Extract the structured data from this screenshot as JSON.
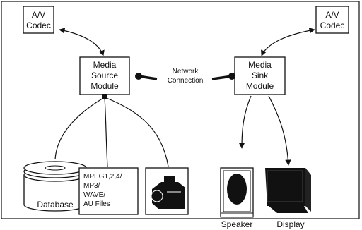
{
  "codec_left": {
    "line1": "A/V",
    "line2": "Codec"
  },
  "codec_right": {
    "line1": "A/V",
    "line2": "Codec"
  },
  "source_module": {
    "line1": "Media",
    "line2": "Source",
    "line3": "Module"
  },
  "sink_module": {
    "line1": "Media",
    "line2": "Sink",
    "line3": "Module"
  },
  "network": {
    "line1": "Network",
    "line2": "Connection"
  },
  "database": {
    "label": "Database"
  },
  "media_files": {
    "line1": "MPEG1,2,4/",
    "line2": "MP3/",
    "line3": "WAVE/",
    "line4": "AU Files"
  },
  "speaker": {
    "label": "Speaker"
  },
  "display": {
    "label": "Display"
  },
  "icons": [
    "database-icon",
    "camera-icon",
    "speaker-icon",
    "monitor-icon"
  ]
}
